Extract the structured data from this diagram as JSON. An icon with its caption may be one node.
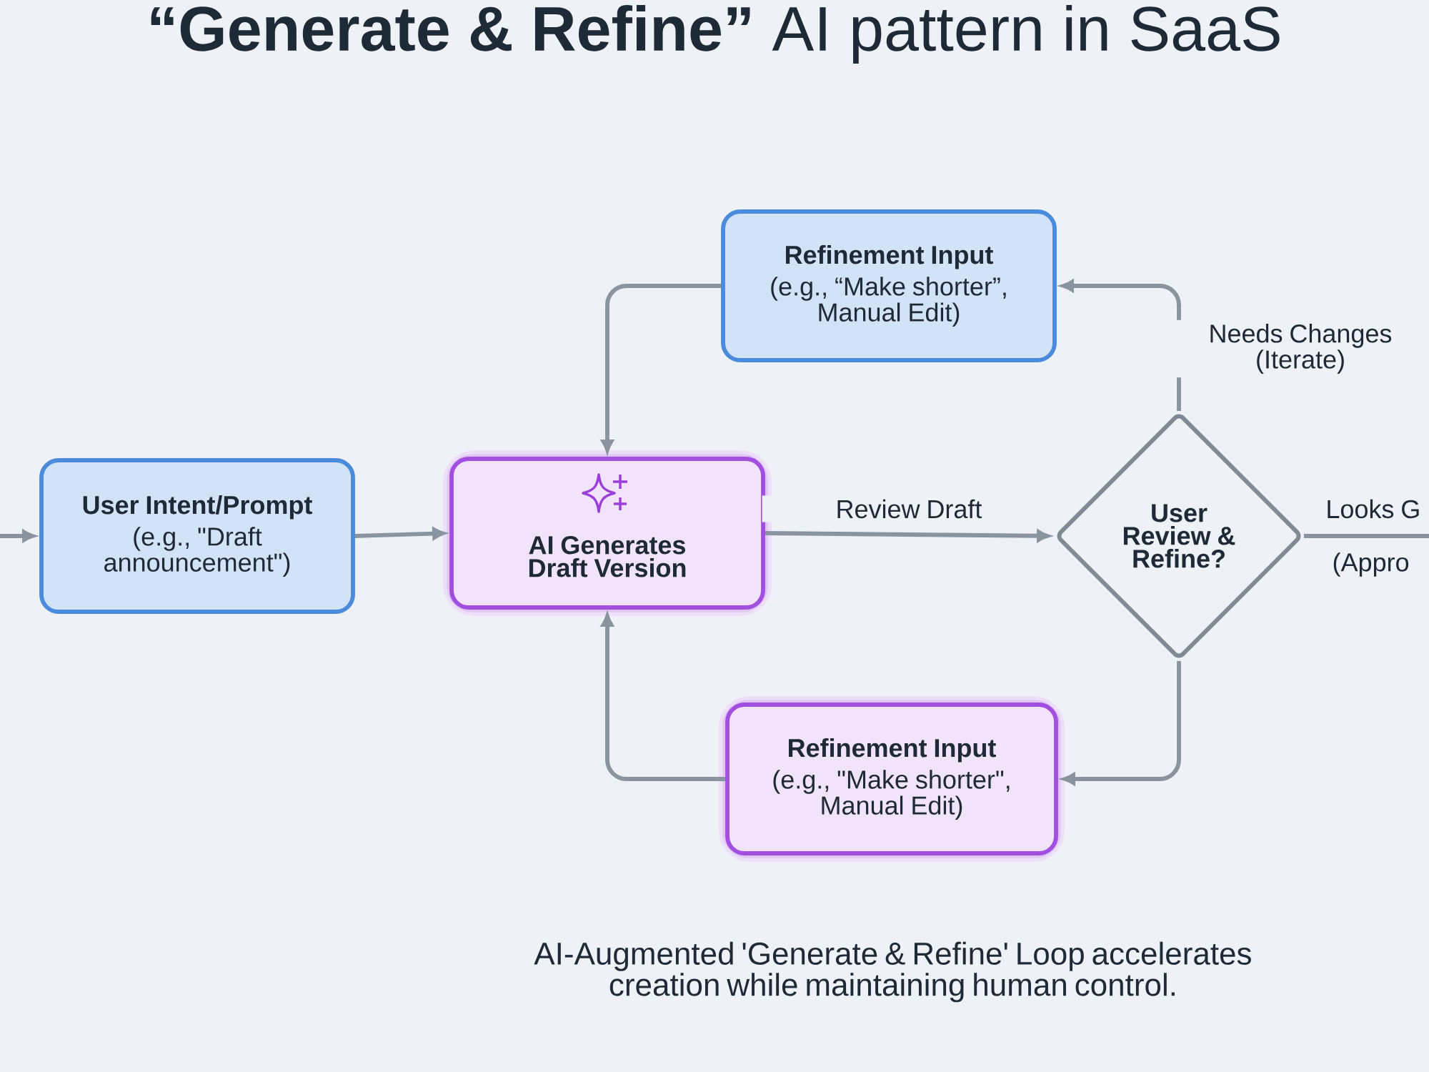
{
  "diagram": {
    "title": "**“Generate & Refine”** AI pattern in SaaS",
    "caption": "AI-Augmented 'Generate & Refine' Loop accelerates creation while maintaining human control.",
    "nodes": [
      {
        "text": [
          "User Intent/Prompt",
          "(e.g., \"Draft announcement\")"
        ]
      },
      {
        "text": [
          "AI Generates Draft Version"
        ]
      },
      {
        "text": [
          "Refinement Input",
          "(e.g., “Make shorter”, Manual Edit)"
        ]
      },
      {
        "text": [
          "User Review & Refine?"
        ]
      },
      {
        "text": [
          "Refinement Input",
          "(e.g., \"Make shorter\", Manual Edit)"
        ]
      }
    ],
    "edges": [
      {
        "from": null,
        "to": 0,
        "arrow": "to"
      },
      {
        "from": 0,
        "to": 1,
        "arrow": "to"
      },
      {
        "from": 1,
        "to": 3,
        "arrow": "to",
        "label": "Review Draft"
      },
      {
        "from": 3,
        "to": 2,
        "arrow": "to",
        "label": "Needs Changes (Iterate)"
      },
      {
        "from": 2,
        "to": 1,
        "arrow": "to"
      },
      {
        "from": 3,
        "to": 4,
        "arrow": "to"
      },
      {
        "from": 4,
        "to": 1,
        "arrow": "to"
      },
      {
        "from": 3,
        "to": null,
        "arrow": "none",
        "label": "Looks G"
      }
    ],
    "labels": [
      "(Appro"
    ]
  }
}
